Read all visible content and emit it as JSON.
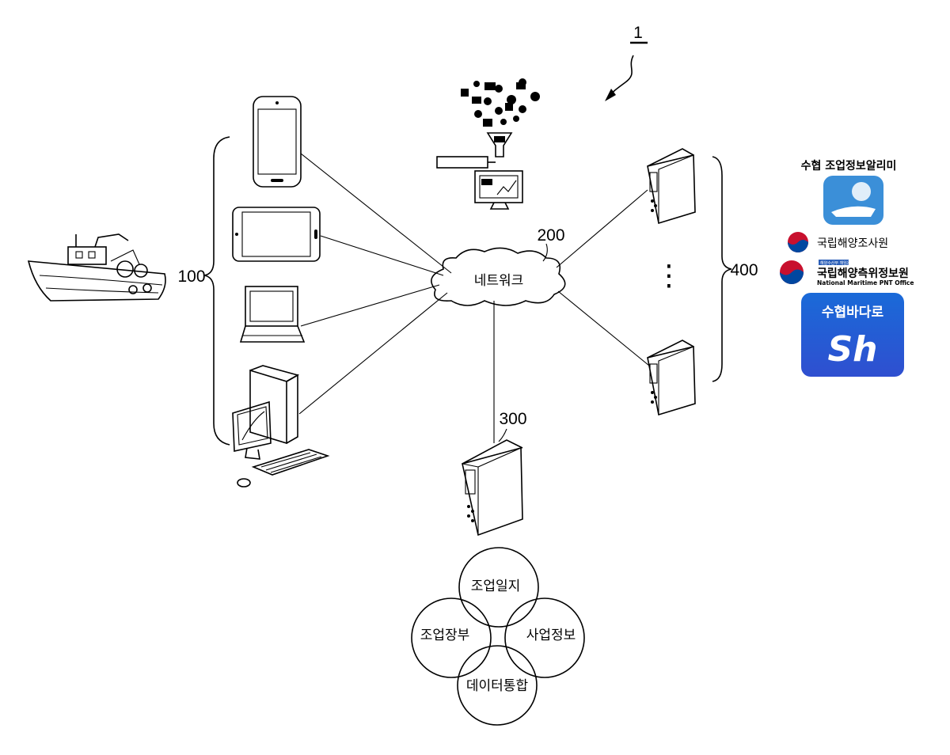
{
  "figure_number": "1",
  "labels": {
    "clients": "100",
    "network_ref": "200",
    "server_ref": "300",
    "external_ref": "400",
    "network": "네트워크",
    "dots": "⋮"
  },
  "circles": {
    "top": "조업일지",
    "left": "조업장부",
    "right": "사업정보",
    "bottom": "데이터통합"
  },
  "logos": {
    "app1_title": "수협 조업정보알리미",
    "org1": "국립해양조사원",
    "org2_tag": "해양수산부 책임운영기관",
    "org2": "국립해양측위정보원",
    "org2_en": "National Maritime PNT Office",
    "app2_title": "수협바다로",
    "app2_mark": "Sh"
  }
}
